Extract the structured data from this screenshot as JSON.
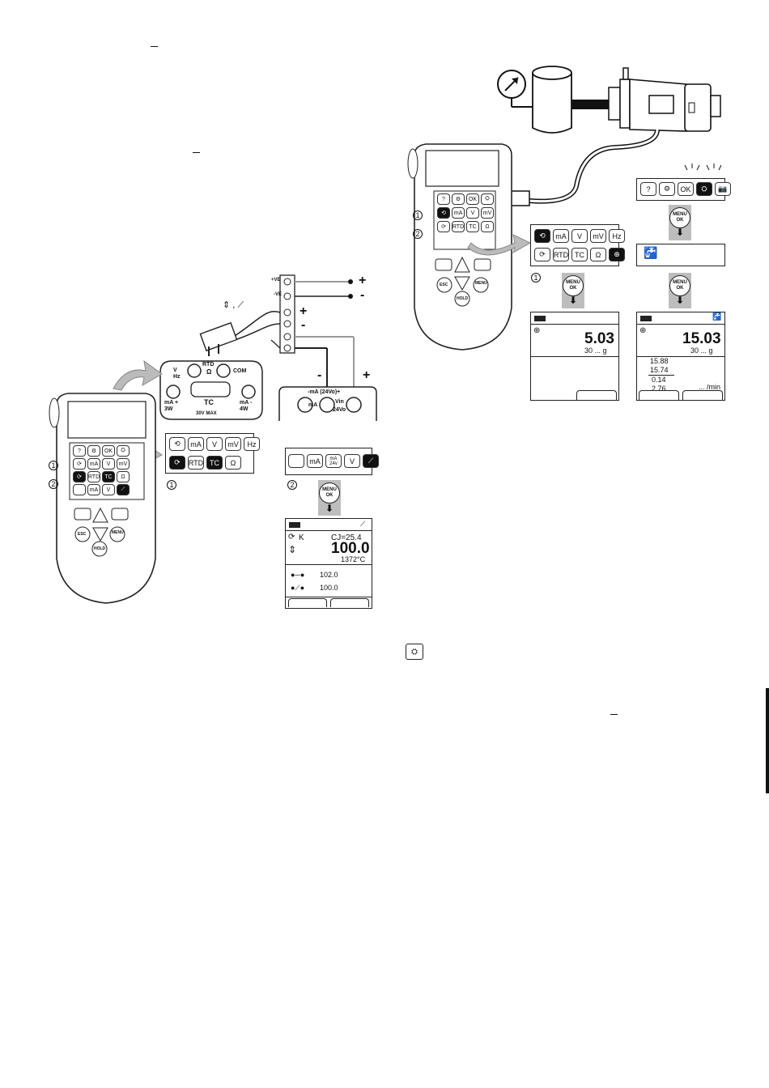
{
  "meter_keys": {
    "help": "?",
    "settings": "⚙",
    "ok": "OK",
    "tools": "⛭",
    "camera": "📷",
    "ma": "mA",
    "v": "V",
    "mv": "mV",
    "hz": "Hz",
    "rtd": "RTD",
    "tc": "TC",
    "ohm": "Ω",
    "ma24": "mA 24v",
    "esc": "ESC",
    "menu": "MENU",
    "ok2": "OK",
    "hold": "HOLD"
  },
  "step_labels": {
    "one": "1",
    "two": "2"
  },
  "menu_ok": {
    "line1": "MENU",
    "line2": "OK"
  },
  "tc_diagram": {
    "terminal_ve_plus": "+VE",
    "terminal_ve_minus": "-VE",
    "plus": "+",
    "minus": "-",
    "socket_v_hz": "V\nHz",
    "socket_rtd": "RTD",
    "socket_ohm": "Ω",
    "socket_com": "COM",
    "socket_ma_plus_3w": "mA +\n3W",
    "socket_ma_minus_4w": "mA -\n4W",
    "socket_tc": "TC",
    "max_voltage": "30V MAX",
    "loop_label": "-mA (24Vo)+",
    "socket_ma": "mA",
    "socket_vin": "Vin",
    "socket_24vo": "24Vo",
    "switch_symbol": "⇕ , ⟋"
  },
  "tc_screen": {
    "sensor": "K",
    "cj": "CJ=25.4",
    "reading": "100.0",
    "range": "1372°C",
    "switch_closed": "102.0",
    "switch_open": "100.0"
  },
  "pressure_screen_1": {
    "reading": "5.03",
    "range": "30 ... g"
  },
  "pressure_screen_2": {
    "reading": "15.03",
    "range": "30 ... g",
    "max": "15.88",
    "min": "15.74",
    "diff": "0.14",
    "rate": "2.76",
    "rate_unit": "... /min"
  }
}
